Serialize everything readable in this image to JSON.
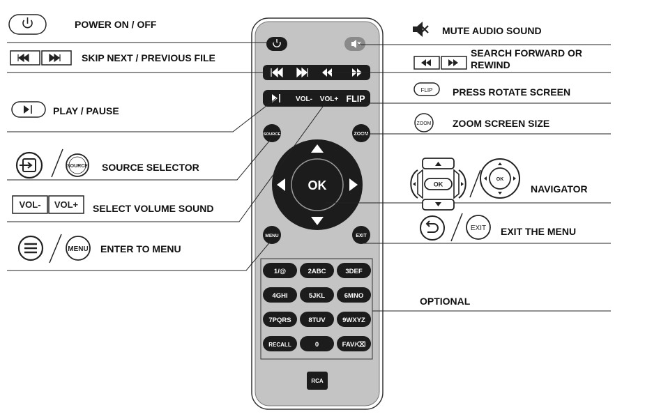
{
  "left_labels": {
    "power": "POWER ON / OFF",
    "skip": "SKIP  NEXT / PREVIOUS FILE",
    "play": "PLAY / PAUSE",
    "source": "SOURCE  SELECTOR",
    "volume": "SELECT VOLUME SOUND",
    "menu": "ENTER TO MENU"
  },
  "right_labels": {
    "mute": "MUTE AUDIO SOUND",
    "search_1": "SEARCH FORWARD OR",
    "search_2": "REWIND",
    "flip": "PRESS ROTATE SCREEN",
    "zoom": "ZOOM SCREEN SIZE",
    "navigator": "NAVIGATOR",
    "exit": "EXIT THE MENU",
    "optional": "OPTIONAL"
  },
  "legend_icons": {
    "vol_minus": "VOL-",
    "vol_plus": "VOL+",
    "source_word": "SOURCE",
    "menu_word": "MENU",
    "flip_word": "FLIP",
    "zoom_word": "ZOOM",
    "exit_word": "EXIT",
    "ok_word": "OK"
  },
  "remote": {
    "vol_minus": "VOL-",
    "vol_plus": "VOL+",
    "flip": "FLIP",
    "source": "SOURCE",
    "zoom": "ZOOM",
    "ok": "OK",
    "menu": "MENU",
    "exit": "EXIT",
    "brand": "RCA",
    "keypad": [
      [
        "1/@",
        "2ABC",
        "3DEF"
      ],
      [
        "4GHI",
        "5JKL",
        "6MNO"
      ],
      [
        "7PQRS",
        "8TUV",
        "9WXYZ"
      ],
      [
        "RECALL",
        "0",
        "FAV/⌫"
      ]
    ]
  }
}
